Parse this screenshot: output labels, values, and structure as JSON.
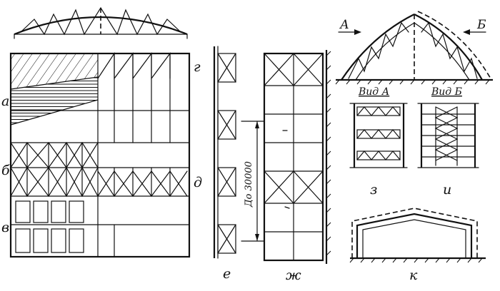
{
  "labels": {
    "a": "а",
    "b": "б",
    "v": "в",
    "g": "г",
    "d": "д",
    "e": "е",
    "zh": "ж",
    "z": "з",
    "i": "и",
    "k": "к"
  },
  "arrows": {
    "a": "А",
    "b": "Б"
  },
  "views": {
    "a": "Вид А",
    "b": "Вид Б"
  },
  "dimension": "До 30000"
}
